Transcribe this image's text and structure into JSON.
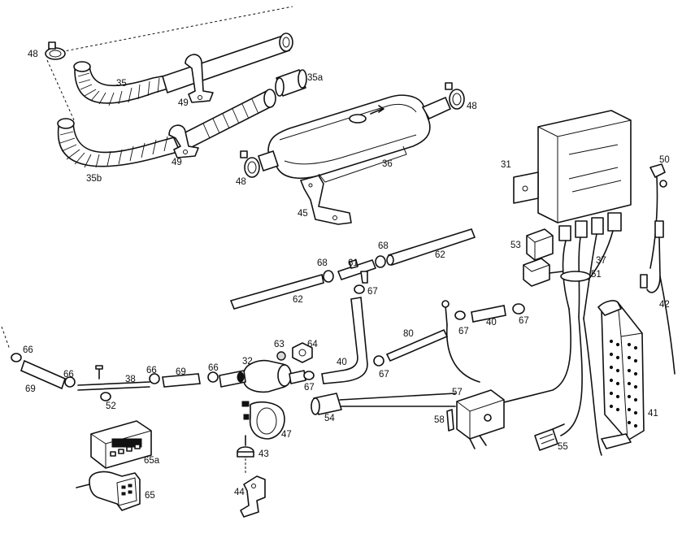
{
  "labels": {
    "p31": "31",
    "p32": "32",
    "p35": "35",
    "p35a": "35a",
    "p35b": "35b",
    "p36": "36",
    "p37": "37",
    "p38": "38",
    "p40a": "40",
    "p40b": "40",
    "p41": "41",
    "p42": "42",
    "p43": "43",
    "p44": "44",
    "p45": "45",
    "p47": "47",
    "p48a": "48",
    "p48b": "48",
    "p48c": "48",
    "p49a": "49",
    "p49b": "49",
    "p50": "50",
    "p51": "51",
    "p52": "52",
    "p53": "53",
    "p54": "54",
    "p55": "55",
    "p57": "57",
    "p58": "58",
    "p61": "61",
    "p62a": "62",
    "p62b": "62",
    "p63": "63",
    "p64": "64",
    "p65": "65",
    "p65a": "65a",
    "p66a": "66",
    "p66b": "66",
    "p66c": "66",
    "p66d": "66",
    "p67a": "67",
    "p67b": "67",
    "p67c": "67",
    "p67d": "67",
    "p67e": "67",
    "p68a": "68",
    "p68b": "68",
    "p69a": "69",
    "p69b": "69",
    "p80": "80"
  },
  "colors": {
    "line": "#111111",
    "background": "#ffffff",
    "shade": "#d9d9d9"
  }
}
